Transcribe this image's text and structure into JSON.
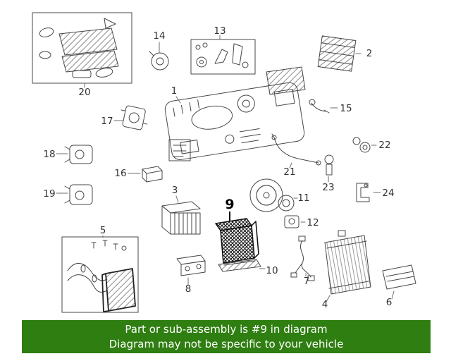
{
  "part_labels": [
    "1",
    "2",
    "3",
    "4",
    "5",
    "6",
    "7",
    "8",
    "9",
    "10",
    "11",
    "12",
    "13",
    "14",
    "15",
    "16",
    "17",
    "18",
    "19",
    "20",
    "21",
    "22",
    "23",
    "24"
  ],
  "highlighted_part": "9",
  "banner": {
    "line1": "Part or sub-assembly is #9 in diagram",
    "line2": "Diagram may not be specific to your vehicle"
  },
  "colors": {
    "banner_background": "#2f7e11",
    "banner_text": "#ffffff",
    "diagram_line": "#474747",
    "highlight": "#0d0d0d"
  }
}
